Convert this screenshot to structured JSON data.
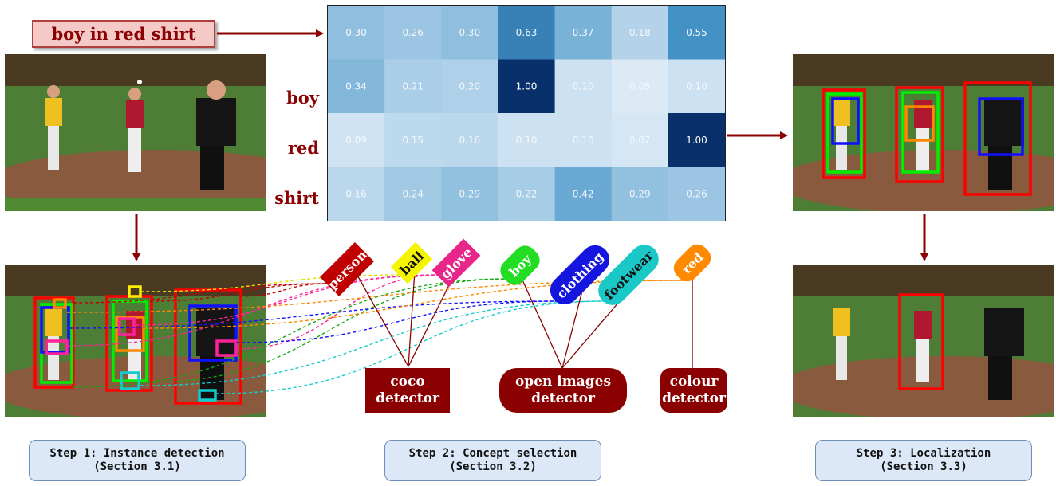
{
  "query": "boy in red shirt",
  "rows": [
    "boy",
    "red",
    "shirt"
  ],
  "matrix": [
    [
      0.3,
      0.26,
      0.3,
      0.63,
      0.37,
      0.18,
      0.55
    ],
    [
      0.34,
      0.21,
      0.2,
      1.0,
      0.1,
      0.05,
      0.1
    ],
    [
      0.09,
      0.15,
      0.16,
      0.1,
      0.1,
      0.07,
      1.0
    ],
    [
      0.16,
      0.24,
      0.29,
      0.22,
      0.42,
      0.29,
      0.26
    ]
  ],
  "concepts": [
    {
      "label": "person",
      "color": "#c00000",
      "text_color": "#ffffff"
    },
    {
      "label": "ball",
      "color": "#f5f500",
      "text_color": "#111111"
    },
    {
      "label": "glove",
      "color": "#e8268a",
      "text_color": "#ffffff"
    },
    {
      "label": "boy",
      "color": "#22dd22",
      "text_color": "#ffffff"
    },
    {
      "label": "clothing",
      "color": "#1515e0",
      "text_color": "#ffffff"
    },
    {
      "label": "footwear",
      "color": "#1ac8c8",
      "text_color": "#111111"
    },
    {
      "label": "red",
      "color": "#ff8a00",
      "text_color": "#ffffff"
    }
  ],
  "detectors": {
    "coco": [
      "coco",
      "detector"
    ],
    "open_images": [
      "open images",
      "detector"
    ],
    "colour": [
      "colour",
      "detector"
    ]
  },
  "steps": [
    {
      "title": "Step 1: Instance detection",
      "section": "(Section 3.1)"
    },
    {
      "title": "Step 2: Concept selection",
      "section": "(Section 3.2)"
    },
    {
      "title": "Step 3: Localization",
      "section": "(Section 3.3)"
    }
  ],
  "colors": {
    "accent": "#8b0000",
    "step_bg": "#dce8f7",
    "step_border": "#6c8fb8"
  }
}
